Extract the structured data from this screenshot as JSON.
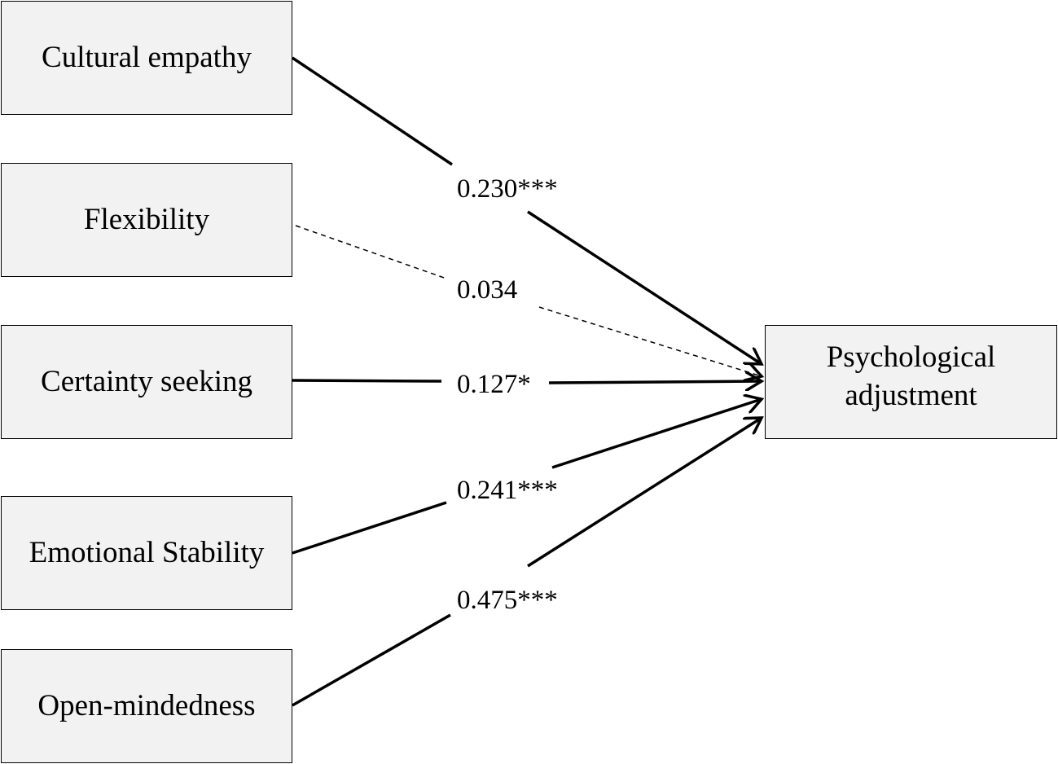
{
  "nodes": {
    "cultural_empathy": "Cultural empathy",
    "flexibility": "Flexibility",
    "certainty_seeking": "Certainty seeking",
    "emotional_stability": "Emotional Stability",
    "open_mindedness": "Open-mindedness",
    "outcome_line1": "Psychological",
    "outcome_line2": "adjustment"
  },
  "paths": [
    {
      "from": "Cultural empathy",
      "to": "Psychological adjustment",
      "coefficient": "0.230***",
      "style": "solid"
    },
    {
      "from": "Flexibility",
      "to": "Psychological adjustment",
      "coefficient": "0.034",
      "style": "dashed"
    },
    {
      "from": "Certainty seeking",
      "to": "Psychological adjustment",
      "coefficient": "0.127*",
      "style": "solid"
    },
    {
      "from": "Emotional Stability",
      "to": "Psychological adjustment",
      "coefficient": "0.241***",
      "style": "solid"
    },
    {
      "from": "Open-mindedness",
      "to": "Psychological adjustment",
      "coefficient": "0.475***",
      "style": "solid"
    }
  ],
  "colors": {
    "box_fill": "#f2f2f2",
    "line": "#000000"
  }
}
